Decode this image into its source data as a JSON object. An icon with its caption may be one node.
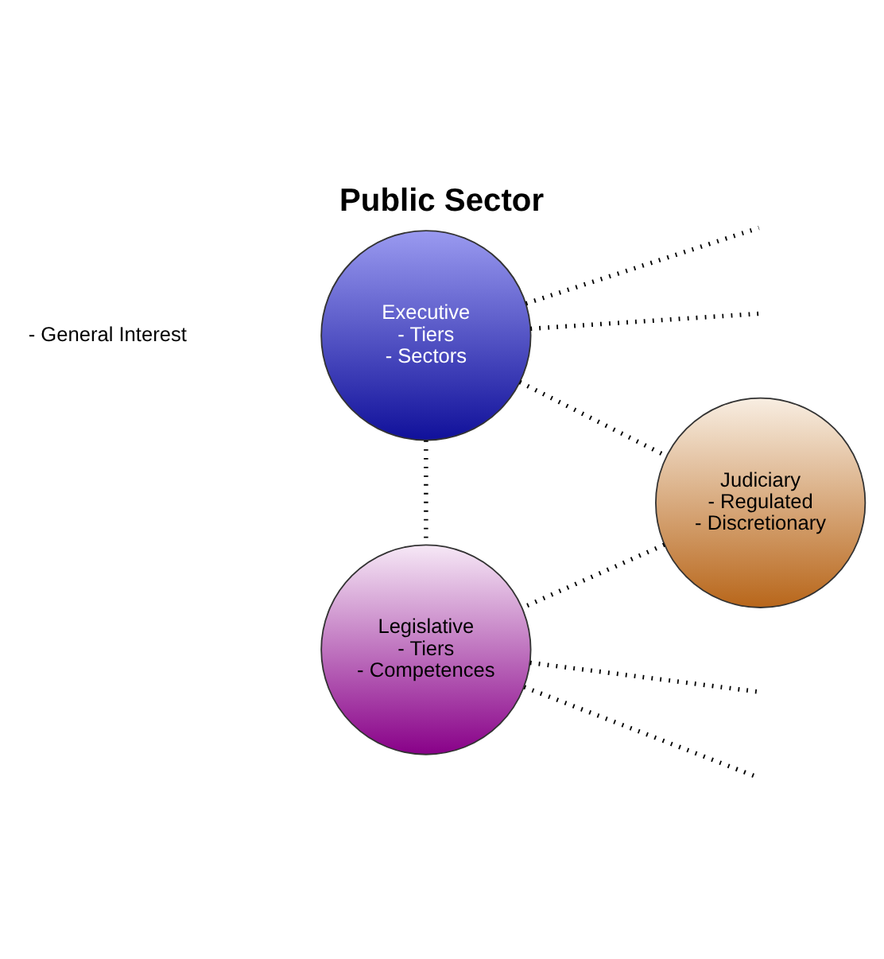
{
  "diagram": {
    "title": "Public Sector",
    "nodes": [
      {
        "text": [
          "Executive",
          "- Tiers",
          "- Sectors"
        ]
      },
      {
        "text": [
          "Judiciary",
          "- Regulated",
          "- Discretionary"
        ]
      },
      {
        "text": [
          "Legislative",
          "- Tiers",
          "- Competences"
        ]
      }
    ],
    "edges": [
      {
        "from": 0,
        "to": 1,
        "arrow": "none",
        "style": "dashed"
      },
      {
        "from": 0,
        "to": 2,
        "arrow": "none",
        "style": "dashed"
      },
      {
        "from": 1,
        "to": 2,
        "arrow": "none",
        "style": "dashed"
      },
      {
        "from": 0,
        "to": null,
        "arrow": "none",
        "style": "dashed"
      },
      {
        "from": 0,
        "to": null,
        "arrow": "none",
        "style": "dashed"
      },
      {
        "from": 2,
        "to": null,
        "arrow": "none",
        "style": "dashed"
      },
      {
        "from": 2,
        "to": null,
        "arrow": "none",
        "style": "dashed"
      }
    ],
    "labels": [
      "- General Interest"
    ]
  }
}
